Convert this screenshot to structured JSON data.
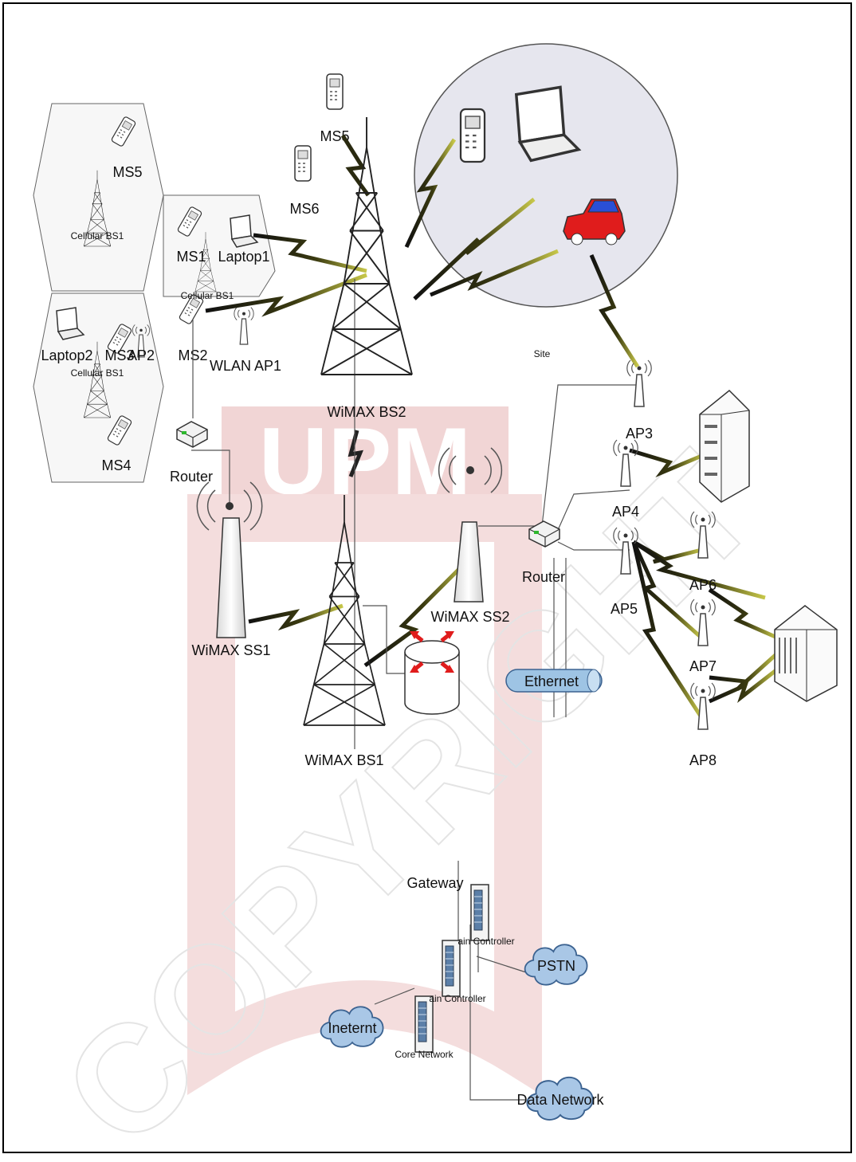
{
  "watermark": {
    "logo": "UPM",
    "text": "COPYRIGHT"
  },
  "cells": {
    "cell1": {
      "bs_label": "Cellular BS1",
      "ms": "MS5"
    },
    "cell2": {
      "bs_label": "Cellular BS1",
      "ms1": "MS1",
      "laptop": "Laptop1",
      "ms2": "MS2",
      "ap": "WLAN AP1"
    },
    "cell3": {
      "bs_label": "Cellular BS1",
      "laptop": "Laptop2",
      "ms3": "MS3",
      "ap": "AP2",
      "ms4": "MS4"
    }
  },
  "top": {
    "ms5": "MS5",
    "ms6": "MS6",
    "bs2": "WiMAX BS2",
    "site": "Site"
  },
  "left": {
    "router": "Router",
    "ss1": "WiMAX SS1",
    "bs1": "WiMAX BS1"
  },
  "middle": {
    "ss2": "WiMAX SS2",
    "router": "Router",
    "ethernet": "Ethernet"
  },
  "aps": {
    "ap3": "AP3",
    "ap4": "AP4",
    "ap5": "AP5",
    "ap6": "AP6",
    "ap7": "AP7",
    "ap8": "AP8"
  },
  "core": {
    "gateway": "Gateway",
    "controller1": "ain Controller",
    "controller2": "ain Controller",
    "core_network": "Core Network",
    "pstn": "PSTN",
    "internet": "Ineternt",
    "data_network": "Data Network"
  },
  "colors": {
    "link_dark": "#1a1a1a",
    "link_light": "#b5b83a",
    "watermark": "#e7b3b3",
    "cloud": "#a9c7e6",
    "ethernet": "#9ec4e4",
    "car": "#e01c1c"
  }
}
